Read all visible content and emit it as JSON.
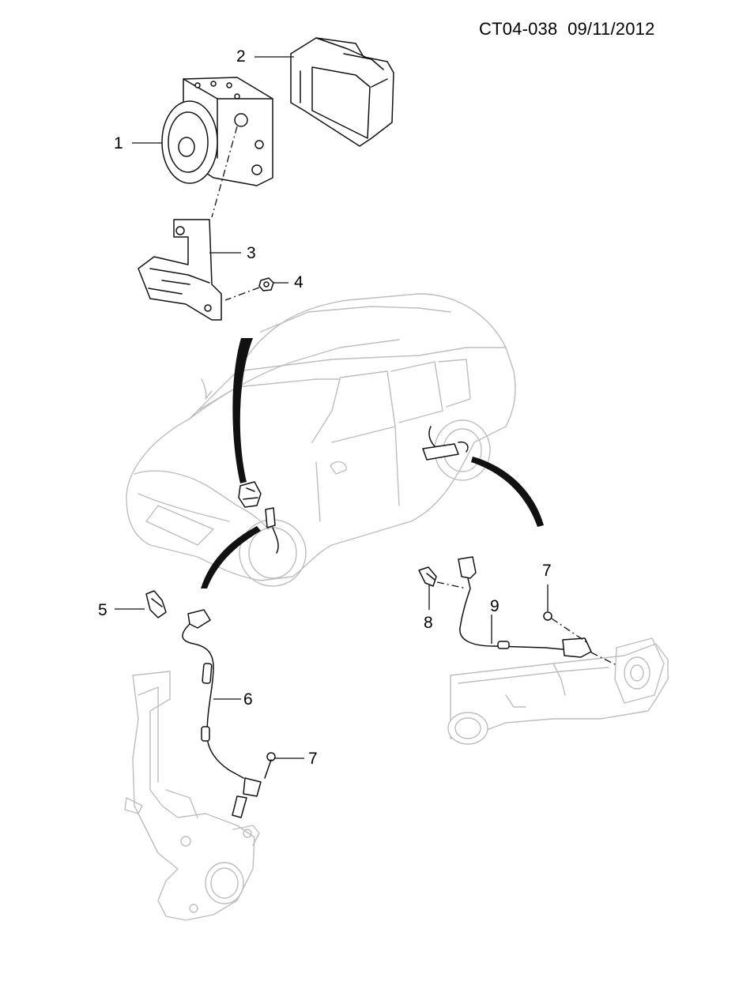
{
  "header": {
    "drawing_code": "CT04-038",
    "date": "09/11/2012"
  },
  "callouts": [
    {
      "number": "1"
    },
    {
      "number": "2"
    },
    {
      "number": "3"
    },
    {
      "number": "4"
    },
    {
      "number": "5"
    },
    {
      "number": "6"
    },
    {
      "number": "7"
    },
    {
      "number": "7"
    },
    {
      "number": "8"
    },
    {
      "number": "9"
    }
  ]
}
